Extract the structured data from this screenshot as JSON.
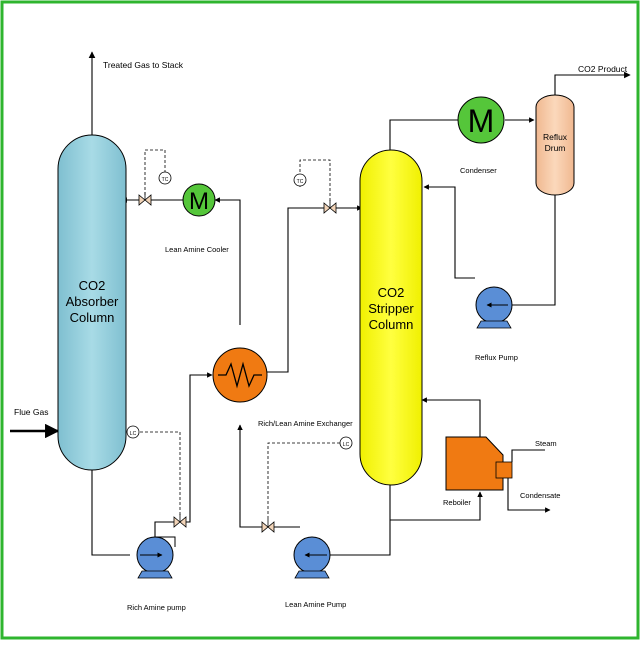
{
  "labels": {
    "treated_gas": "Treated Gas to Stack",
    "flue_gas": "Flue Gas",
    "co2_product": "CO2  Product",
    "lean_amine_cooler": "Lean Amine Cooler",
    "rich_lean_exchanger": "Rich/Lean Amine Exchanger",
    "condenser": "Condenser",
    "reflux_pump": "Reflux Pump",
    "steam": "Steam",
    "condensate": "Condensate",
    "reboiler": "Reboiler",
    "rich_amine_pump": "Rich Amine pump",
    "lean_amine_pump": "Lean Amine Pump",
    "absorber": [
      "CO2",
      "Absorber",
      "Column"
    ],
    "stripper": [
      "CO2",
      "Stripper",
      "Column"
    ],
    "reflux_drum": [
      "Reflux",
      "Drum"
    ],
    "cooler_letter": "M",
    "condenser_letter": "M",
    "tc": "TC",
    "lc": "LC"
  },
  "colors": {
    "border": "#2fb52f",
    "absorber": "#8ecbd8",
    "stripper": "#ffff00",
    "reflux_drum": "#f6c9a6",
    "heat_exchanger": "#f07a12",
    "cooler": "#55c63a",
    "pump": "#5a8ed6",
    "reboiler": "#f07a12",
    "valve": "#f2d4b8"
  }
}
